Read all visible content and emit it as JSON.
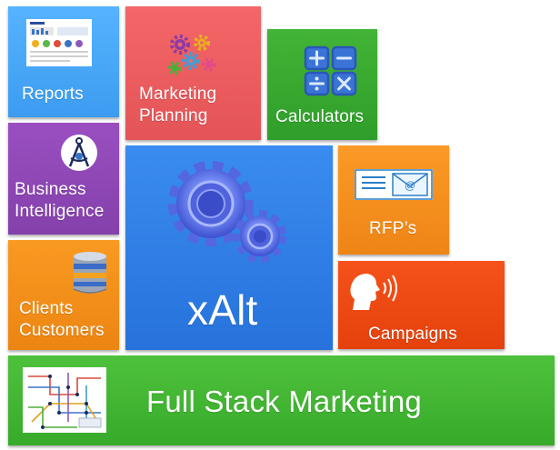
{
  "tiles": {
    "reports": {
      "label": "Reports",
      "icon": "report-thumbnail-icon",
      "color": "#4aa8f8"
    },
    "marketing_planning": {
      "label": "Marketing\nPlanning",
      "icon": "colorful-gears-icon",
      "color": "#ee5c5f"
    },
    "calculators": {
      "label": "Calculators",
      "icon": "calculator-icon",
      "color": "#3aaa31"
    },
    "business_intelligence": {
      "label": "Business\nIntelligence",
      "icon": "compass-icon",
      "color": "#9148b6"
    },
    "xalt": {
      "label": "xAlt",
      "icon": "blue-gears-icon",
      "color": "#3080e6"
    },
    "rfps": {
      "label": "RFP’s",
      "icon": "email-envelope-icon",
      "color": "#f5901e"
    },
    "clients_customers": {
      "label": "Clients\nCustomers",
      "icon": "database-icon",
      "color": "#f38f1a"
    },
    "campaigns": {
      "label": "Campaigns",
      "icon": "speaking-head-icon",
      "color": "#ec4a13"
    },
    "full_stack_marketing": {
      "label": "Full Stack Marketing",
      "icon": "stack-diagram-thumbnail-icon",
      "color": "#43b634"
    }
  }
}
